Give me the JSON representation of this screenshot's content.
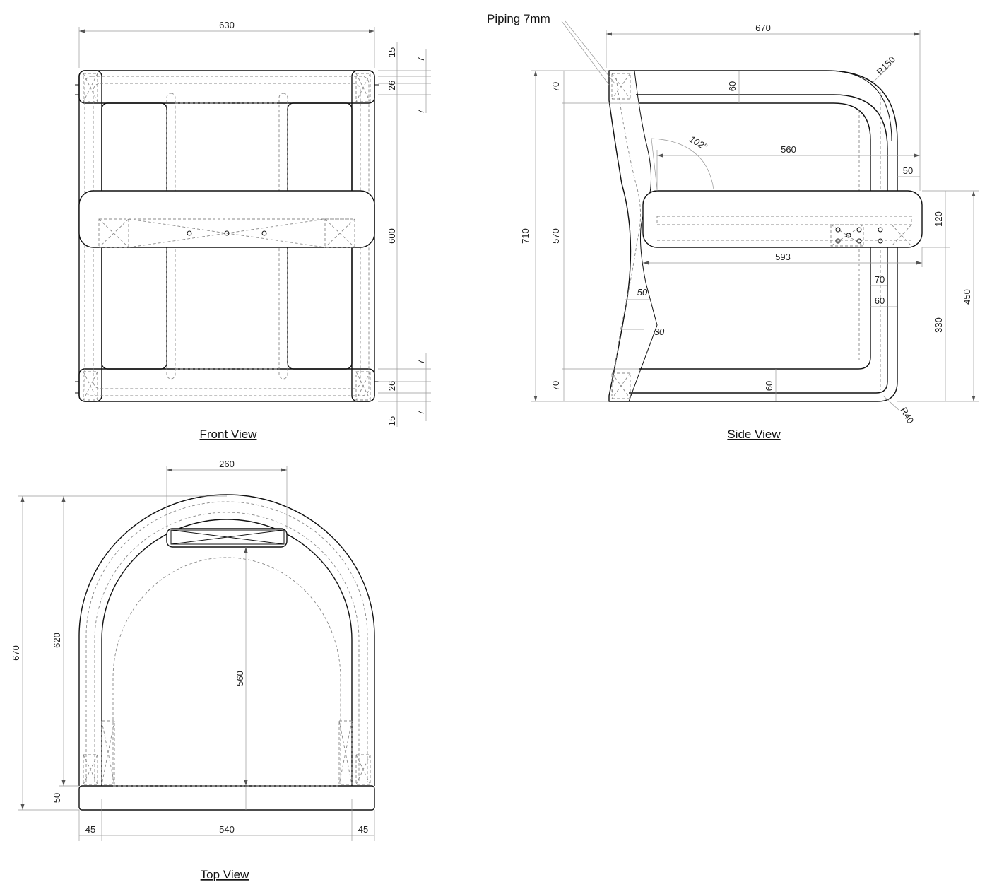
{
  "views": {
    "front": {
      "title": "Front View",
      "dims": {
        "width": "630",
        "height": "600",
        "top_a": "15",
        "top_b": "7",
        "top_c": "26",
        "top_d": "7",
        "bot_a": "7",
        "bot_b": "26",
        "bot_c": "7",
        "bot_d": "15"
      }
    },
    "side": {
      "title": "Side View",
      "note": "Piping 7mm",
      "dims": {
        "depth": "670",
        "radius_top": "R150",
        "top_rail": "60",
        "angle": "102°",
        "seat_inner": "560",
        "back_offset": "50",
        "seat_thick": "120",
        "seat_depth": "593",
        "upper_h": "70",
        "mid_h": "570",
        "total_h": "710",
        "leg_70": "70",
        "leg_60": "60",
        "thick_50": "50",
        "thick_30": "30",
        "seat_h": "330",
        "total_450": "450",
        "bottom_rail": "60",
        "lower_h": "70",
        "radius_bot": "R40"
      }
    },
    "top": {
      "title": "Top View",
      "dims": {
        "back_w": "260",
        "depth_620": "620",
        "depth_670": "670",
        "inner_560": "560",
        "front_50": "50",
        "left_45": "45",
        "mid_540": "540",
        "right_45": "45"
      }
    }
  }
}
